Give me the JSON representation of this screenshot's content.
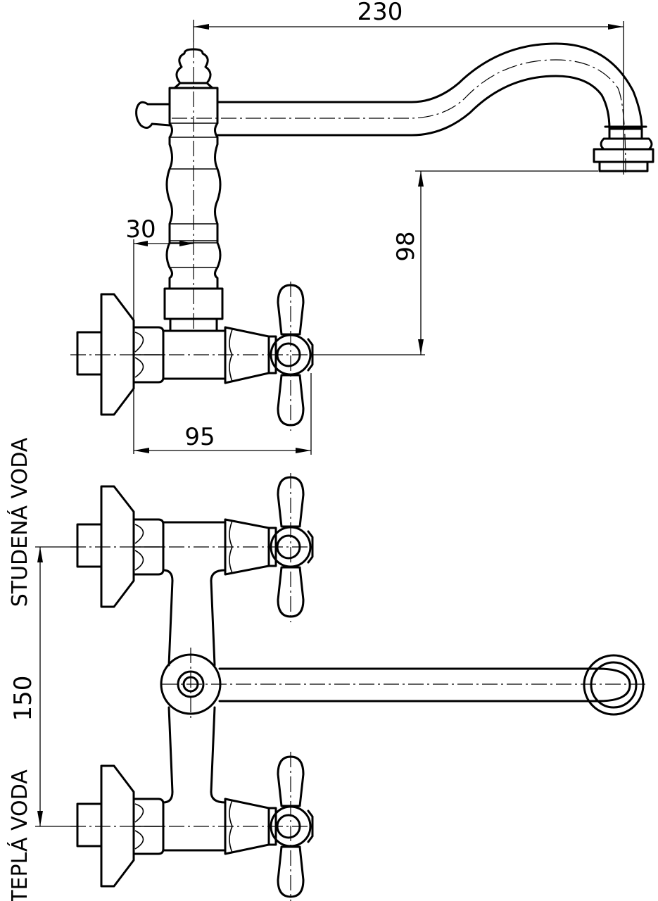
{
  "dimensions": {
    "spout_reach": "230",
    "spout_height": "98",
    "wall_offset": "30",
    "depth": "95",
    "inlet_spacing": "150"
  },
  "labels": {
    "cold_water": "STUDENÁ VODA",
    "hot_water": "TEPLÁ VODA"
  }
}
